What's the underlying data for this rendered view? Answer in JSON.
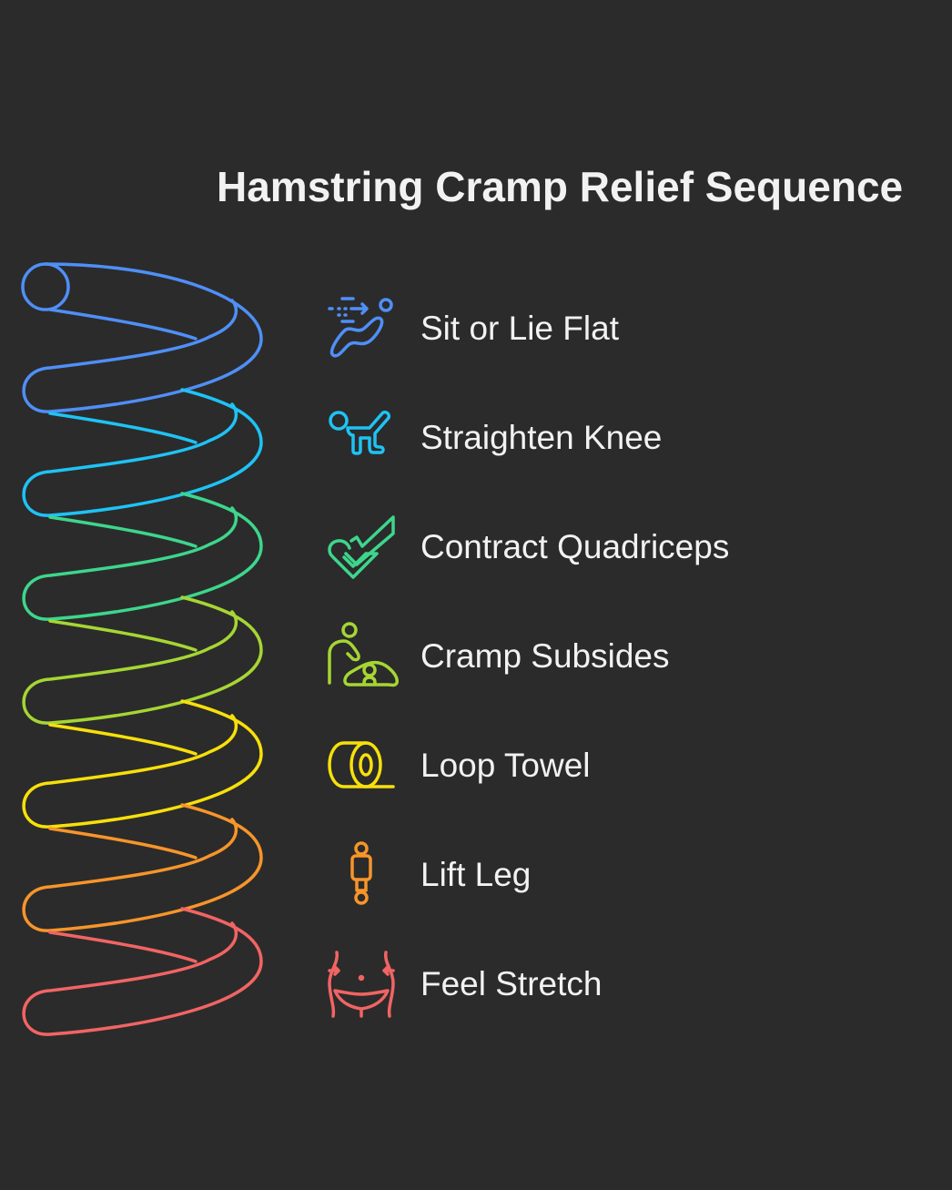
{
  "title": "Hamstring Cramp Relief Sequence",
  "steps": [
    {
      "label": "Sit or Lie Flat",
      "icon": "reclining-person-icon",
      "color": "#4f8ff7"
    },
    {
      "label": "Straighten Knee",
      "icon": "crawling-person-icon",
      "color": "#1ec3f5"
    },
    {
      "label": "Contract Quadriceps",
      "icon": "heart-check-icon",
      "color": "#3dd68c"
    },
    {
      "label": "Cramp Subsides",
      "icon": "caregiver-icon",
      "color": "#a6d633"
    },
    {
      "label": "Loop Towel",
      "icon": "towel-roll-icon",
      "color": "#f7e00a"
    },
    {
      "label": "Lift Leg",
      "icon": "standing-figure-icon",
      "color": "#f7952a"
    },
    {
      "label": "Feel Stretch",
      "icon": "waist-stretch-icon",
      "color": "#f26464"
    }
  ]
}
